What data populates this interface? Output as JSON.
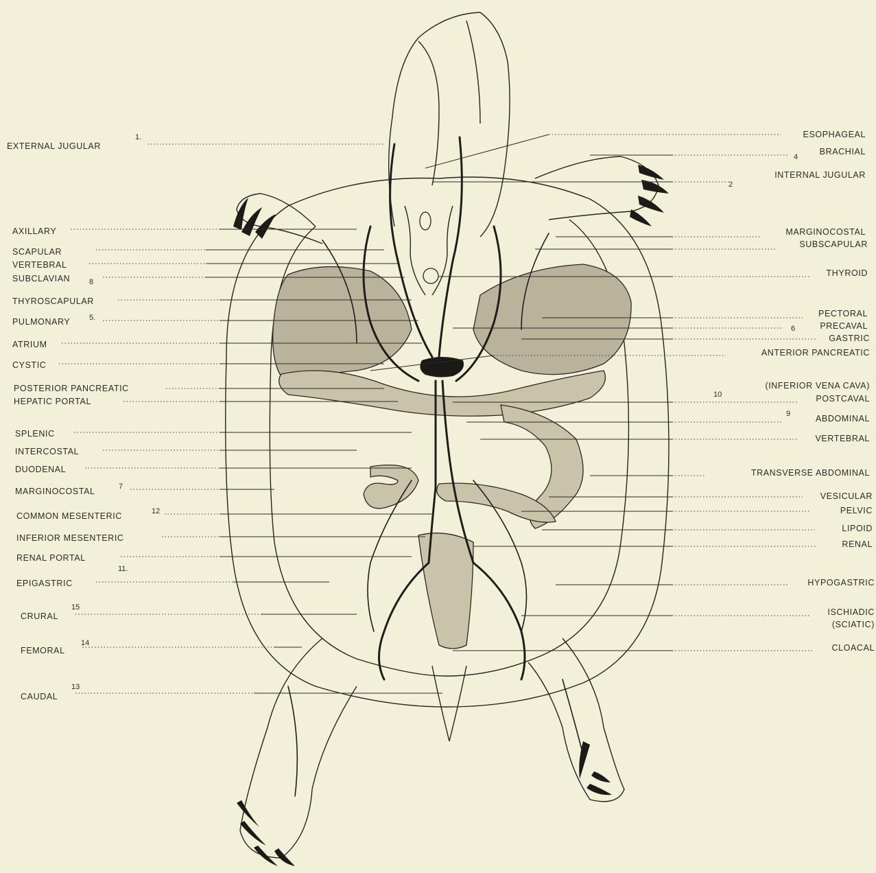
{
  "left_labels": [
    {
      "name": "EXTERNAL JUGULAR",
      "num": "1."
    },
    {
      "name": "AXILLARY",
      "num": ""
    },
    {
      "name": "SCAPULAR",
      "num": ""
    },
    {
      "name": "VERTEBRAL",
      "num": ""
    },
    {
      "name": "SUBCLAVIAN",
      "num": "8"
    },
    {
      "name": "THYROSCAPULAR",
      "num": ""
    },
    {
      "name": "PULMONARY",
      "num": "5."
    },
    {
      "name": "ATRIUM",
      "num": ""
    },
    {
      "name": "CYSTIC",
      "num": ""
    },
    {
      "name": "POSTERIOR PANCREATIC",
      "num": ""
    },
    {
      "name": "HEPATIC PORTAL",
      "num": ""
    },
    {
      "name": "SPLENIC",
      "num": ""
    },
    {
      "name": "INTERCOSTAL",
      "num": ""
    },
    {
      "name": "DUODENAL",
      "num": ""
    },
    {
      "name": "MARGINOCOSTAL",
      "num": "7"
    },
    {
      "name": "COMMON MESENTERIC",
      "num": "12"
    },
    {
      "name": "INFERIOR MESENTERIC",
      "num": ""
    },
    {
      "name": "RENAL PORTAL",
      "num": "11."
    },
    {
      "name": "EPIGASTRIC",
      "num": ""
    },
    {
      "name": "CRURAL",
      "num": "15"
    },
    {
      "name": "FEMORAL",
      "num": "14"
    },
    {
      "name": "CAUDAL",
      "num": "13"
    }
  ],
  "right_labels": [
    {
      "name": "ESOPHAGEAL",
      "num": ""
    },
    {
      "name": "BRACHIAL",
      "num": "4"
    },
    {
      "name": "INTERNAL JUGULAR",
      "num": "2"
    },
    {
      "name": "MARGINOCOSTAL",
      "num": ""
    },
    {
      "name": "SUBSCAPULAR",
      "num": ""
    },
    {
      "name": "THYROID",
      "num": ""
    },
    {
      "name": "PECTORAL",
      "num": ""
    },
    {
      "name": "PRECAVAL",
      "num": "6"
    },
    {
      "name": "GASTRIC",
      "num": ""
    },
    {
      "name": "ANTERIOR PANCREATIC",
      "num": ""
    },
    {
      "name": "(INFERIOR VENA CAVA)",
      "num": "10"
    },
    {
      "name": "POSTCAVAL",
      "num": ""
    },
    {
      "name": "ABDOMINAL",
      "num": "9"
    },
    {
      "name": "VERTEBRAL",
      "num": ""
    },
    {
      "name": "TRANSVERSE ABDOMINAL",
      "num": ""
    },
    {
      "name": "VESICULAR",
      "num": ""
    },
    {
      "name": "PELVIC",
      "num": ""
    },
    {
      "name": "LIPOID",
      "num": ""
    },
    {
      "name": "RENAL",
      "num": ""
    },
    {
      "name": "HYPOGASTRIC",
      "num": ""
    },
    {
      "name": "ISCHIADIC",
      "num": ""
    },
    {
      "name": "(SCIATIC)",
      "num": ""
    },
    {
      "name": "CLOACAL",
      "num": ""
    }
  ]
}
